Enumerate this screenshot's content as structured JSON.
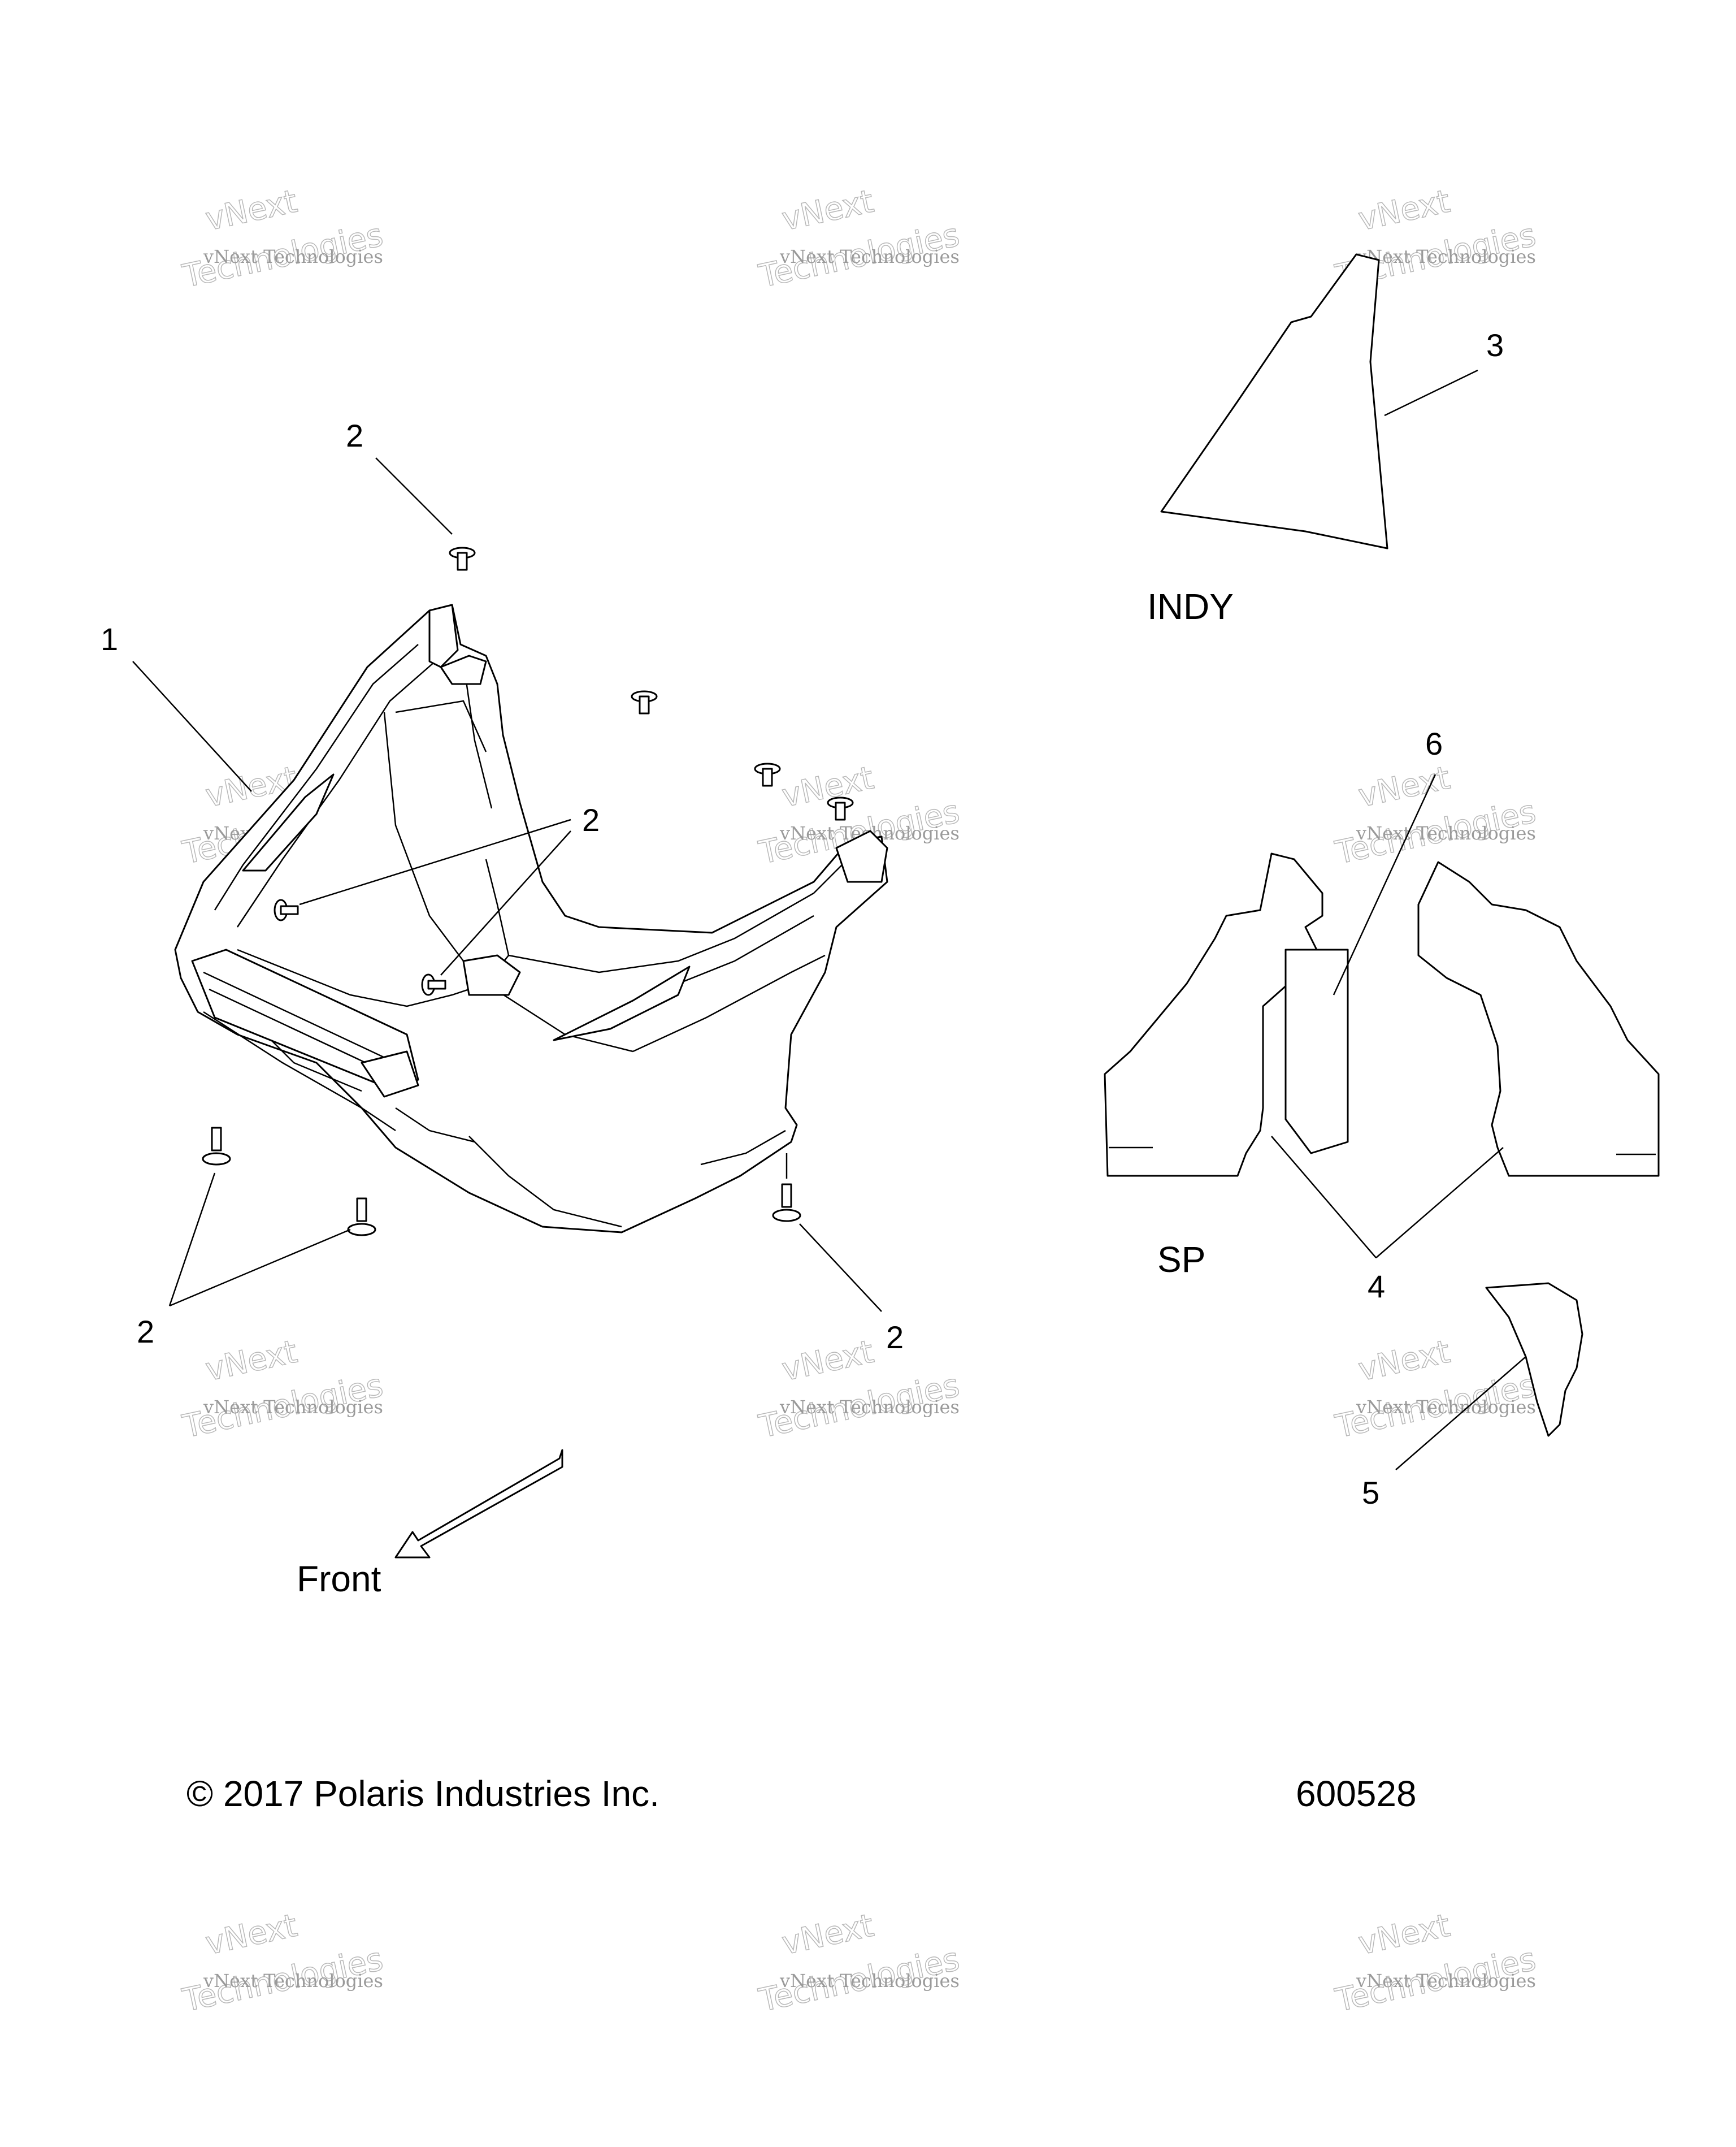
{
  "watermark": {
    "line1": "vNext Technologies",
    "line2": "vNext",
    "line3": "Technologies"
  },
  "callouts": {
    "c1": "1",
    "c2a": "2",
    "c2b": "2",
    "c2c": "2",
    "c2d": "2",
    "c3": "3",
    "c4": "4",
    "c5": "5",
    "c6": "6"
  },
  "variants": {
    "indy": "INDY",
    "sp": "SP"
  },
  "direction_label": "Front",
  "copyright": "© 2017 Polaris Industries Inc.",
  "diagram_number": "600528"
}
